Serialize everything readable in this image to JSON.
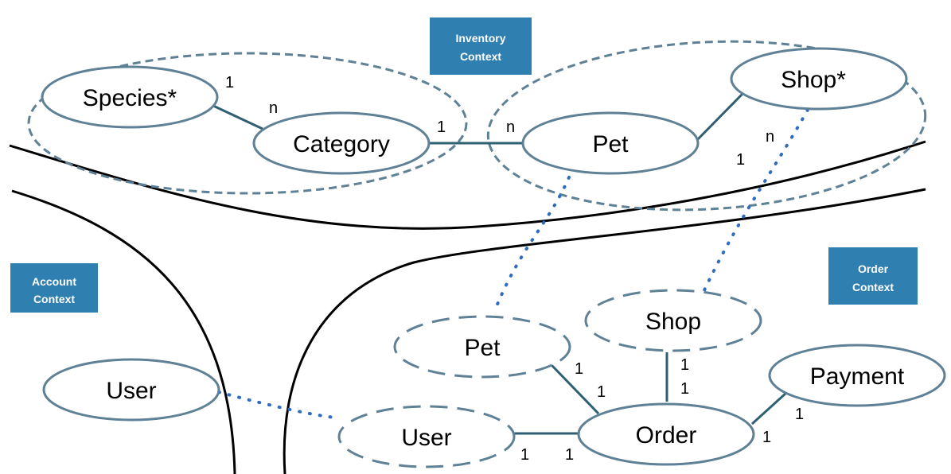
{
  "colors": {
    "entity_stroke": "#5f8196",
    "group_stroke": "#5f8196",
    "relation_line": "#2f5f73",
    "dotted_link": "#2f6cc0",
    "boundary": "#000000",
    "context_box": "#2f7fb0",
    "context_text": "#ffffff",
    "text": "#000000"
  },
  "contexts": {
    "inventory": {
      "line1": "Inventory",
      "line2": "Context"
    },
    "account": {
      "line1": "Account",
      "line2": "Context"
    },
    "order": {
      "line1": "Order",
      "line2": "Context"
    }
  },
  "entities": {
    "species": "Species*",
    "category": "Category",
    "pet": "Pet",
    "shop_inventory": "Shop*",
    "user_account": "User",
    "pet_order": "Pet",
    "shop_order": "Shop",
    "payment": "Payment",
    "user_order": "User",
    "order": "Order"
  },
  "cardinalities": {
    "species_category_1": "1",
    "species_category_n": "n",
    "category_pet_1": "1",
    "category_pet_n": "n",
    "pet_shop_1": "1",
    "pet_shop_n": "n",
    "pet_order_1a": "1",
    "pet_order_1b": "1",
    "shop_order_1a": "1",
    "shop_order_1b": "1",
    "payment_order_1a": "1",
    "payment_order_1b": "1",
    "user_order_1a": "1",
    "user_order_1b": "1"
  }
}
